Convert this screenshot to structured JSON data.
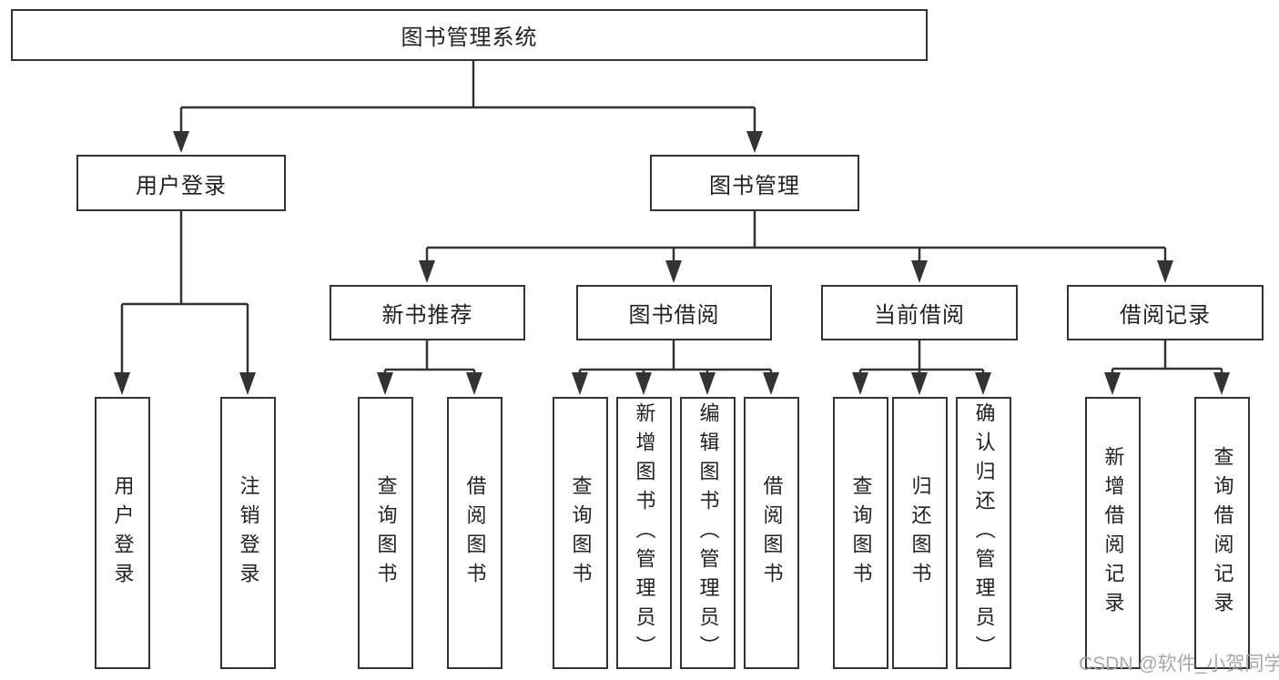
{
  "diagram": {
    "nodes": {
      "root": "图书管理系统",
      "user_login": "用户登录",
      "book_mgmt": "图书管理",
      "new_book": "新书推荐",
      "book_borrow": "图书借阅",
      "current_borrow": "当前借阅",
      "borrow_records": "借阅记录"
    },
    "leaves": {
      "user_login_1": "用户登录",
      "user_login_2": "注销登录",
      "new_book_1": "查询图书",
      "new_book_2": "借阅图书",
      "book_borrow_1": "查询图书",
      "book_borrow_2": "新增图书（管理员）",
      "book_borrow_3": "编辑图书（管理员）",
      "book_borrow_4": "借阅图书",
      "current_borrow_1": "查询图书",
      "current_borrow_2": "归还图书",
      "current_borrow_3": "确认归还（管理员）",
      "borrow_records_1": "新增借阅记录",
      "borrow_records_2": "查询借阅记录"
    },
    "watermark": "CSDN @软件_小贺同学",
    "colors": {
      "line": "#333333",
      "text": "#222222",
      "watermark": "#a8a8a8",
      "background": "#ffffff"
    }
  }
}
